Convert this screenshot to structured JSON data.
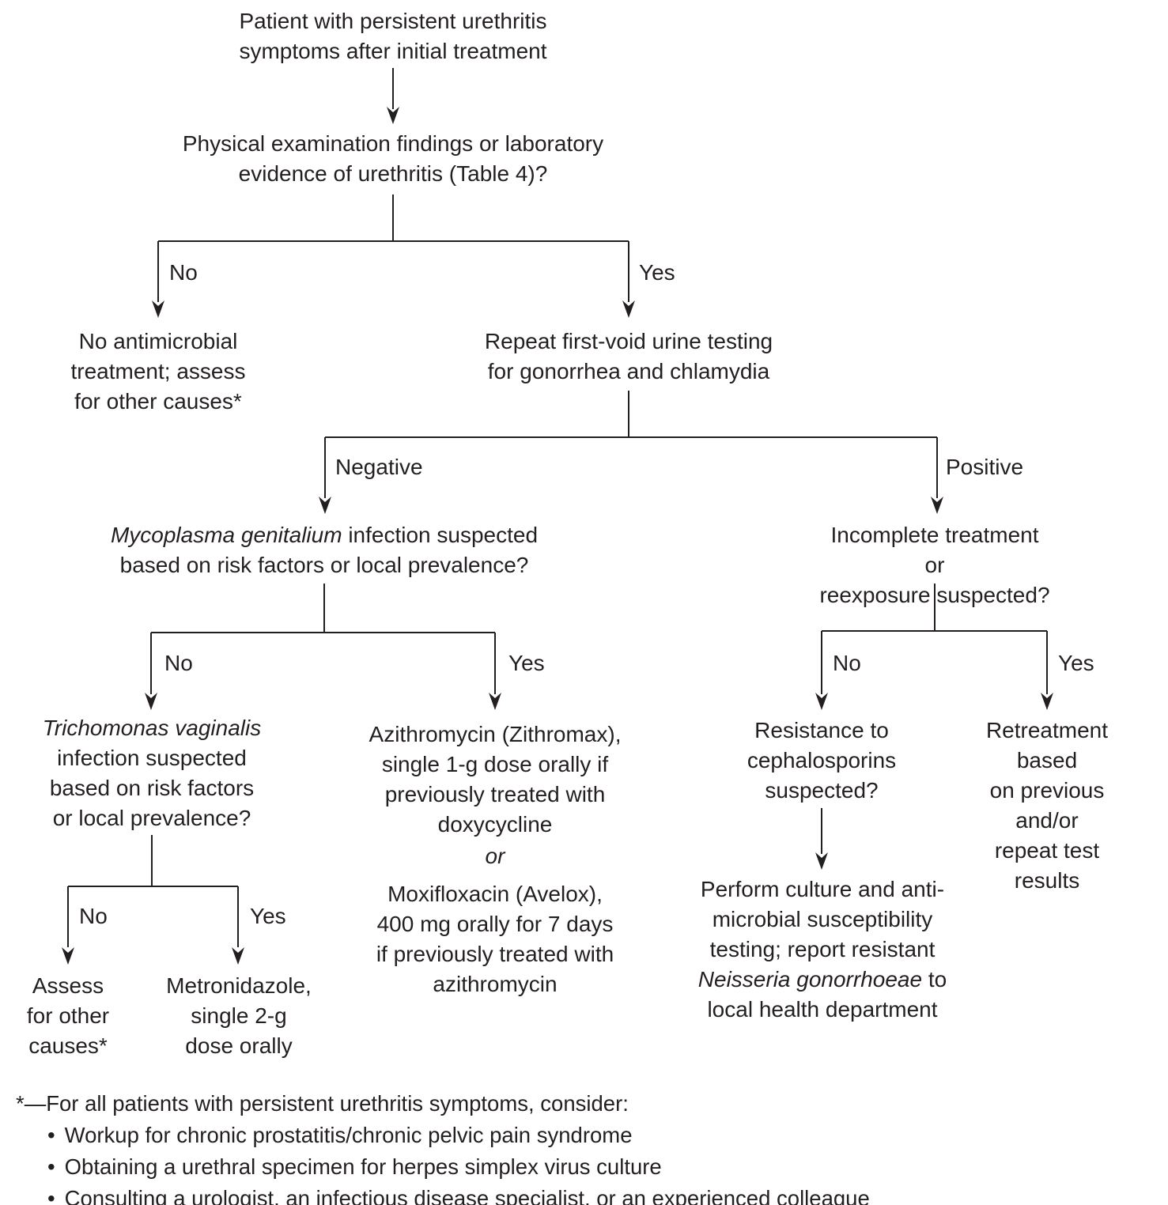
{
  "flowchart": {
    "start": "Patient with persistent urethritis\nsymptoms after initial treatment",
    "q_urethritis": "Physical examination findings or laboratory\nevidence of urethritis (Table 4)?",
    "labels": {
      "no": "No",
      "yes": "Yes",
      "negative": "Negative",
      "positive": "Positive"
    },
    "no_antimicrobial": "No antimicrobial\ntreatment; assess\nfor other causes*",
    "repeat_testing": "Repeat first-void urine testing\nfor gonorrhea and chlamydia",
    "q_mycoplasma": {
      "italic": "Mycoplasma genitalium",
      "rest": " infection suspected\nbased on risk factors or local prevalence?"
    },
    "q_incomplete": "Incomplete treatment or\nreexposure suspected?",
    "q_trichomonas": {
      "italic": "Trichomonas vaginalis",
      "rest": "\ninfection suspected\nbased on risk factors\nor local prevalence?"
    },
    "azithromycin": "Azithromycin (Zithromax),\nsingle 1-g dose orally if\npreviously treated with\ndoxycycline",
    "or_separator": "or",
    "moxifloxacin": "Moxifloxacin (Avelox),\n400 mg orally for 7 days\nif previously treated with\nazithromycin",
    "assess_other": "Assess\nfor other\ncauses*",
    "metronidazole": "Metronidazole,\nsingle 2-g\ndose orally",
    "resistance": "Resistance to\ncephalosporins\nsuspected?",
    "retreatment": "Retreatment based\non previous and/or\nrepeat test results",
    "perform_culture": {
      "p1": "Perform culture and anti-\nmicrobial susceptibility\ntesting; report resistant\n",
      "italic": "Neisseria gonorrhoeae",
      "p2": " to\nlocal health department"
    },
    "footnote": {
      "intro": "*—For all patients with persistent urethritis symptoms, consider:",
      "bullet_char": "•",
      "bullets": [
        "Workup for chronic prostatitis/chronic pelvic pain syndrome",
        "Obtaining a urethral specimen for herpes simplex virus culture",
        "Consulting a urologist, an infectious disease specialist, or an experienced colleague"
      ]
    }
  }
}
